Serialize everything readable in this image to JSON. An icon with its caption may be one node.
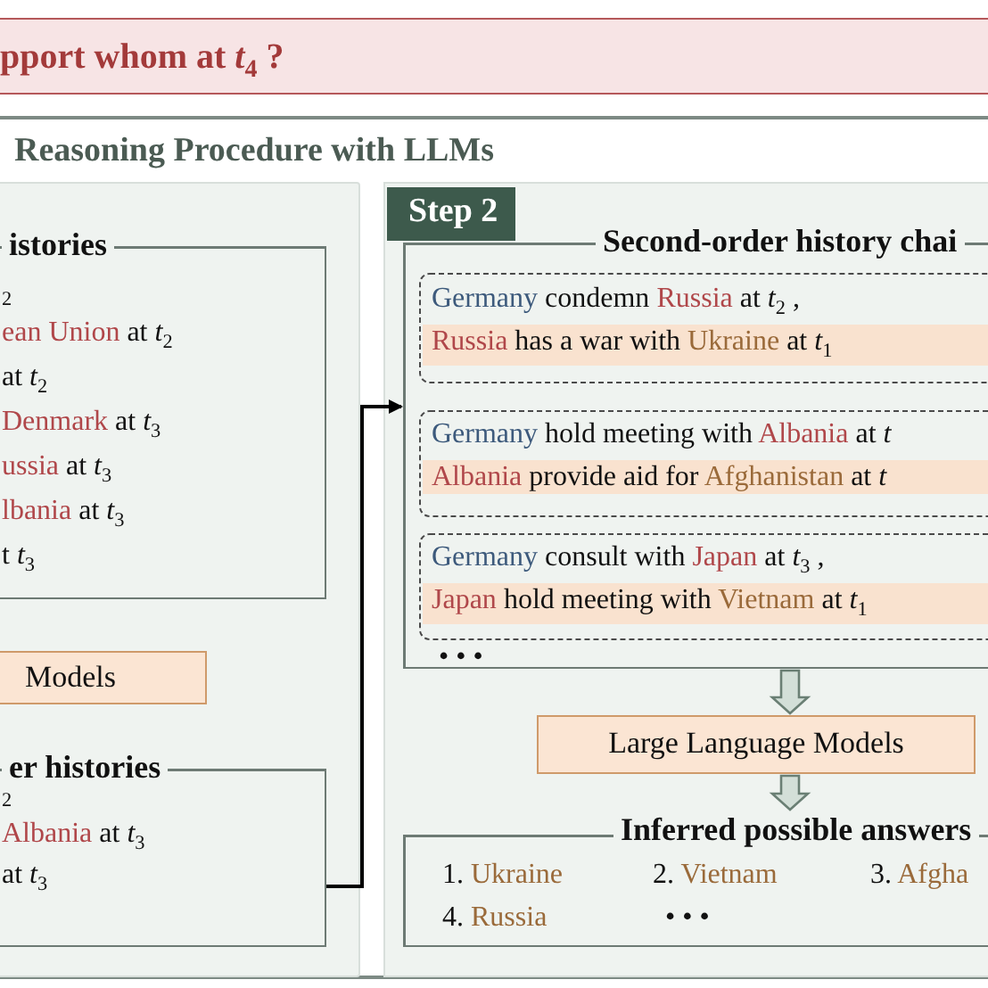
{
  "diagram": {
    "nodes": [
      {
        "text": [
          "pport whom at *t*$_{4}$ ?"
        ]
      },
      {
        "text": [
          "Reasoning Procedure with LLMs"
        ]
      },
      {
        "text": [],
        "shape": "box",
        "in": 1
      },
      {
        "text": [
          "istories",
          "$_{2}$",
          "ean Union at *t*$_{2}$",
          "at *t*$_{2}$",
          "Denmark at *t*$_{3}$",
          "ussia at *t*$_{3}$",
          "lbania at *t*$_{3}$",
          "t *t*$_{3}$"
        ],
        "in": 2
      },
      {
        "text": [
          "Models"
        ],
        "in": 2
      },
      {
        "text": [
          "er histories",
          "$_{2}$",
          "Albania at *t*$_{3}$",
          "at *t*$_{3}$"
        ],
        "in": 2
      },
      {
        "text": [
          "Step 2"
        ],
        "in": 1
      },
      {
        "text": [
          "Second-order history chai",
          "• • •"
        ],
        "in": 6
      },
      {
        "text": [
          "Germany condemn Russia at *t*$_{2}$ ,",
          "Russia has a war with Ukraine at *t*$_{1}$"
        ],
        "in": 7
      },
      {
        "text": [
          "Germany hold meeting with Albania at *t*",
          "Albania provide aid for Afghanistan at *t*"
        ],
        "in": 7
      },
      {
        "text": [
          "Germany consult with Japan at *t*$_{3}$ ,",
          "Japan hold meeting with Vietnam at *t*$_{1}$"
        ],
        "in": 7
      },
      {
        "text": [
          "Large Language Models"
        ],
        "in": 6
      },
      {
        "text": [
          "Inferred possible answers",
          "1. Ukraine",
          "2. Vietnam",
          "3. Afgha",
          "4. Russia",
          "• • •"
        ],
        "in": 6
      }
    ],
    "edges": [
      {
        "from": 5,
        "to": 7,
        "arrow": "to"
      },
      {
        "from": 7,
        "to": 11,
        "arrow": "to"
      },
      {
        "from": 11,
        "to": 12,
        "arrow": "to"
      }
    ]
  }
}
